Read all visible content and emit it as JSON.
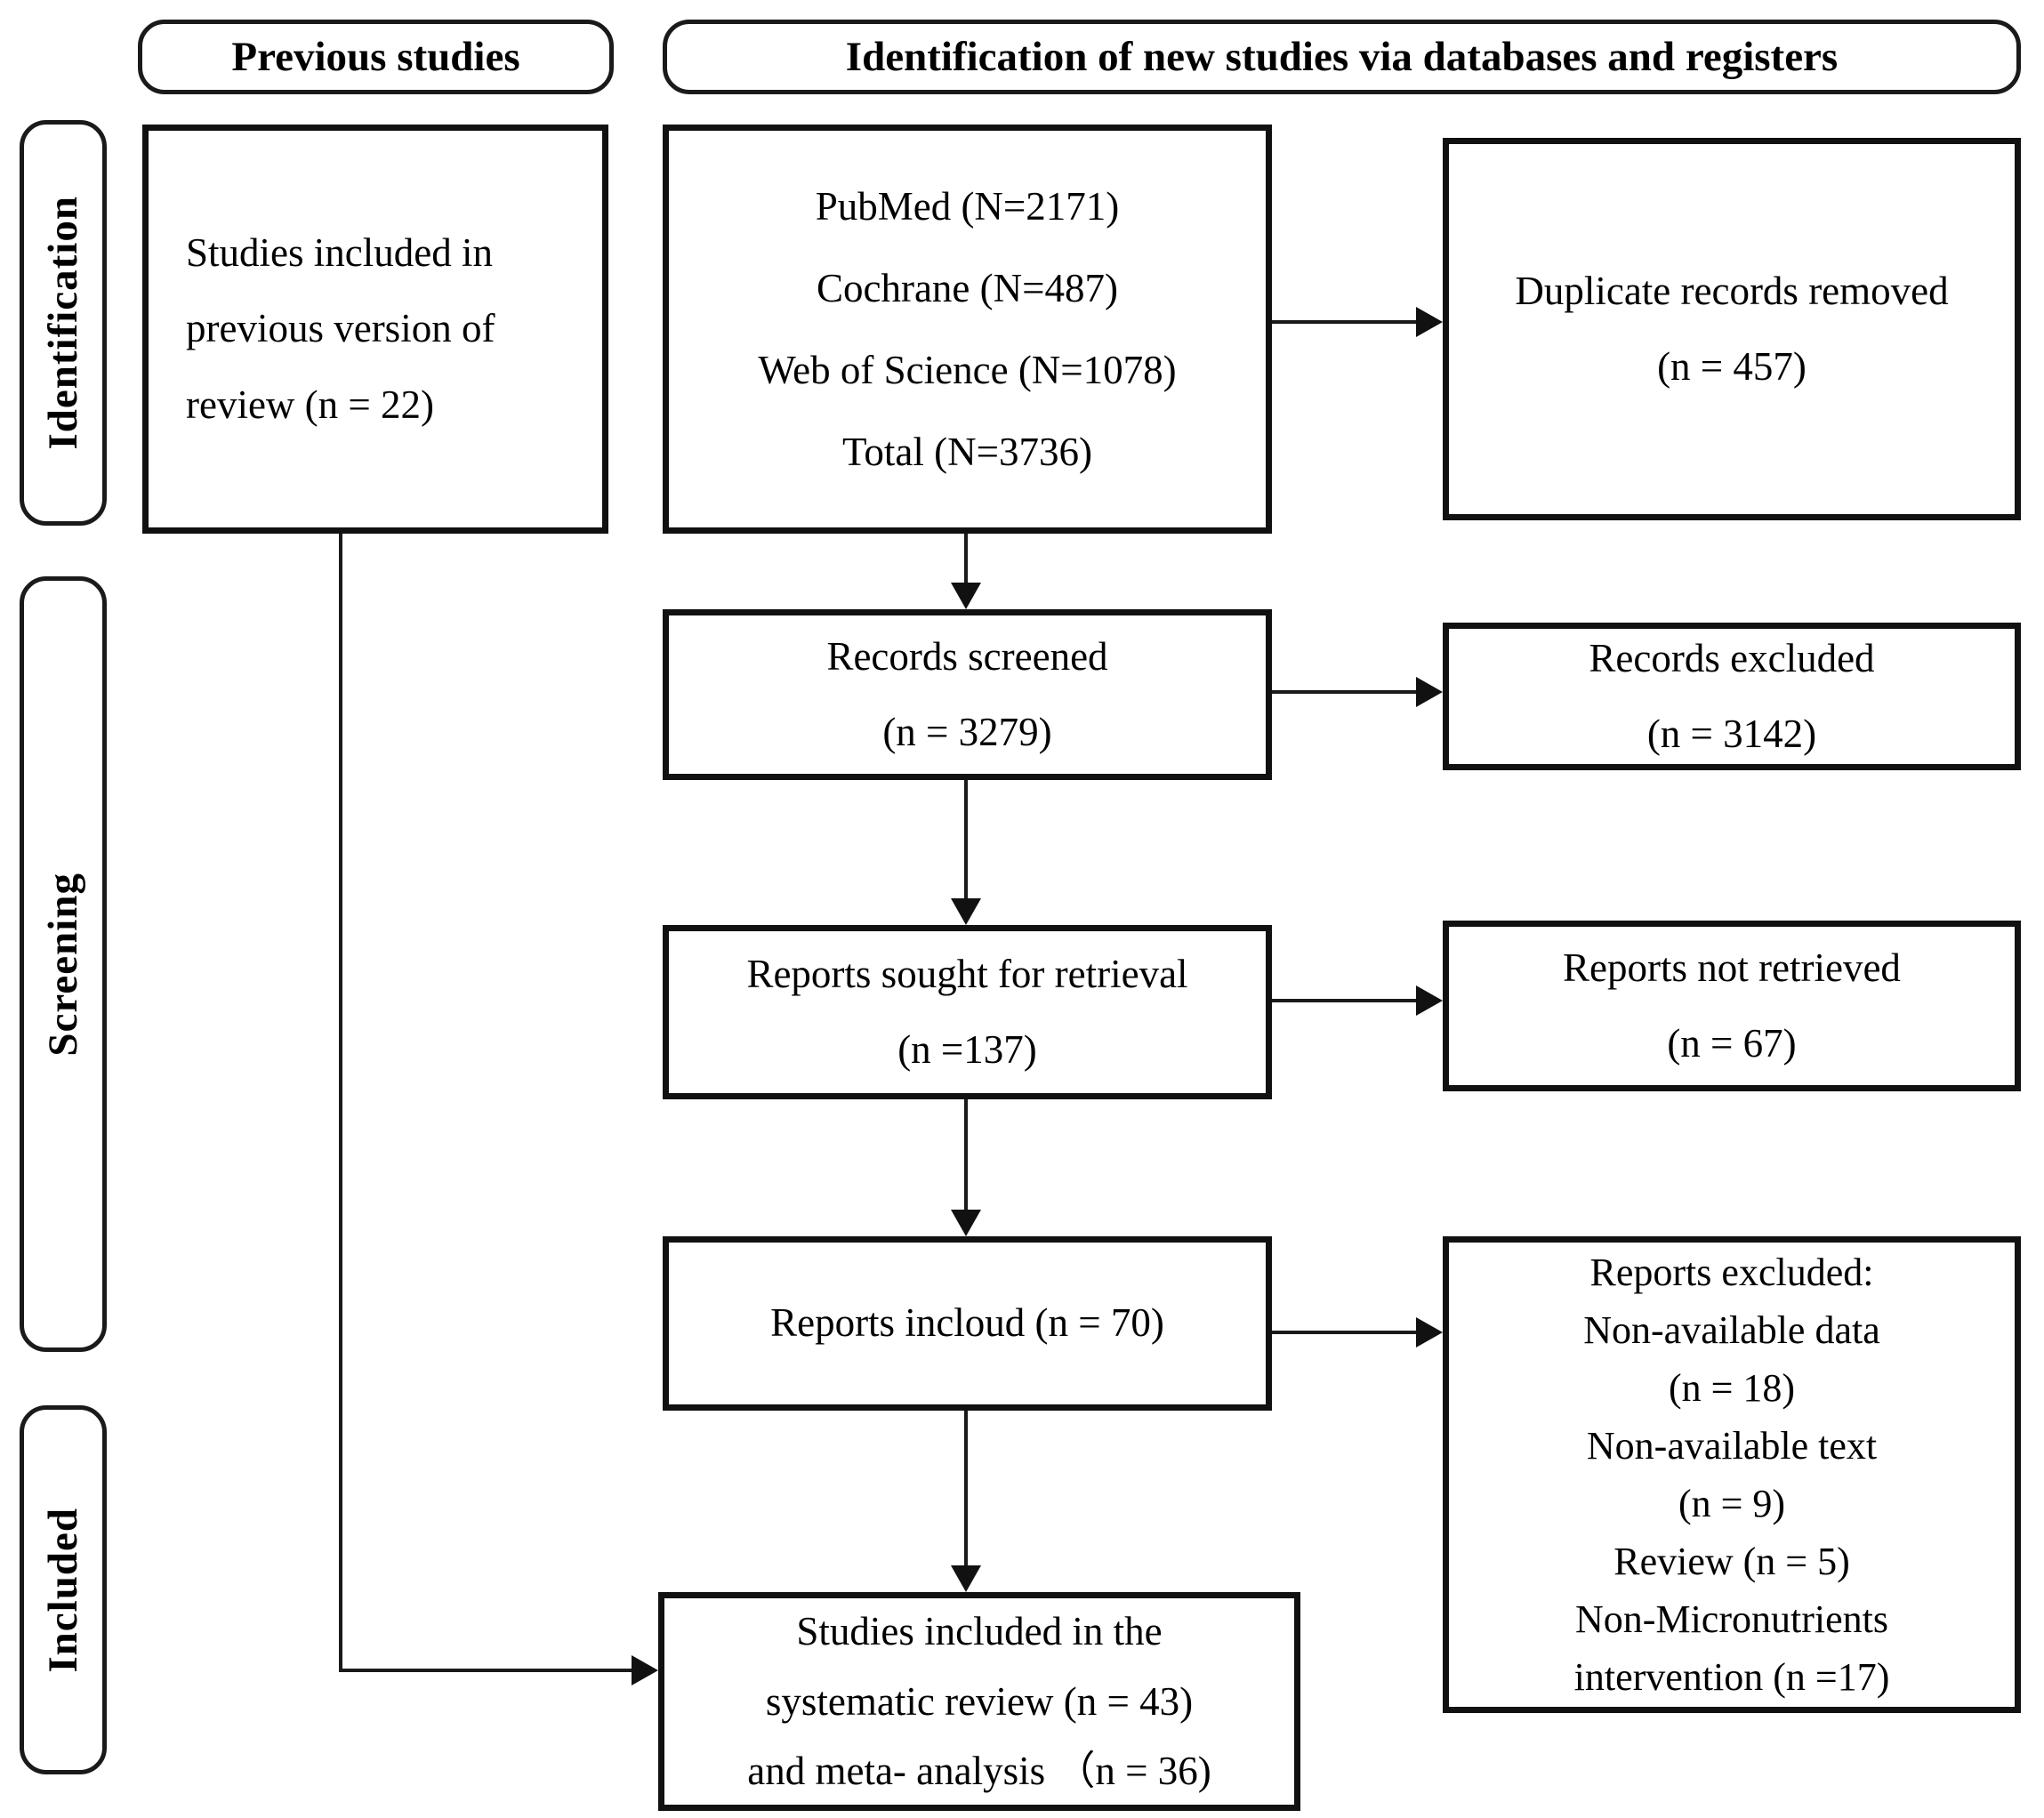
{
  "headers": {
    "previous_studies": "Previous studies",
    "new_studies": "Identification of new studies via databases and registers"
  },
  "stages": {
    "identification": "Identification",
    "screening": "Screening",
    "included": "Included"
  },
  "boxes": {
    "previous_included": {
      "lines": [
        "Studies included in",
        "previous version of",
        "review (n = 22)"
      ]
    },
    "databases": {
      "lines": [
        "PubMed (N=2171)",
        "Cochrane (N=487)",
        "Web of Science (N=1078)",
        "Total (N=3736)"
      ]
    },
    "duplicates_removed": {
      "lines": [
        "Duplicate records removed",
        "(n = 457)"
      ]
    },
    "records_screened": {
      "lines": [
        "Records screened",
        "(n = 3279)"
      ]
    },
    "records_excluded": {
      "lines": [
        "Records excluded",
        "(n = 3142)"
      ]
    },
    "reports_sought": {
      "lines": [
        "Reports sought for retrieval",
        "(n =137)"
      ]
    },
    "reports_not_retrieved": {
      "lines": [
        "Reports not retrieved",
        "(n = 67)"
      ]
    },
    "reports_included": {
      "lines": [
        "Reports incloud (n = 70)"
      ]
    },
    "reports_excluded": {
      "lines": [
        "Reports excluded:",
        "Non-available data",
        "(n = 18)",
        "Non-available text",
        "(n = 9)",
        "Review (n = 5)",
        "Non-Micronutrients",
        "intervention (n =17)"
      ]
    },
    "final_included": {
      "lines": [
        "Studies included in the",
        "systematic review (n = 43)",
        "and meta- analysis （n = 36)"
      ]
    }
  },
  "colors": {
    "line_color": "#111111",
    "background": "#ffffff",
    "text": "#000000"
  }
}
